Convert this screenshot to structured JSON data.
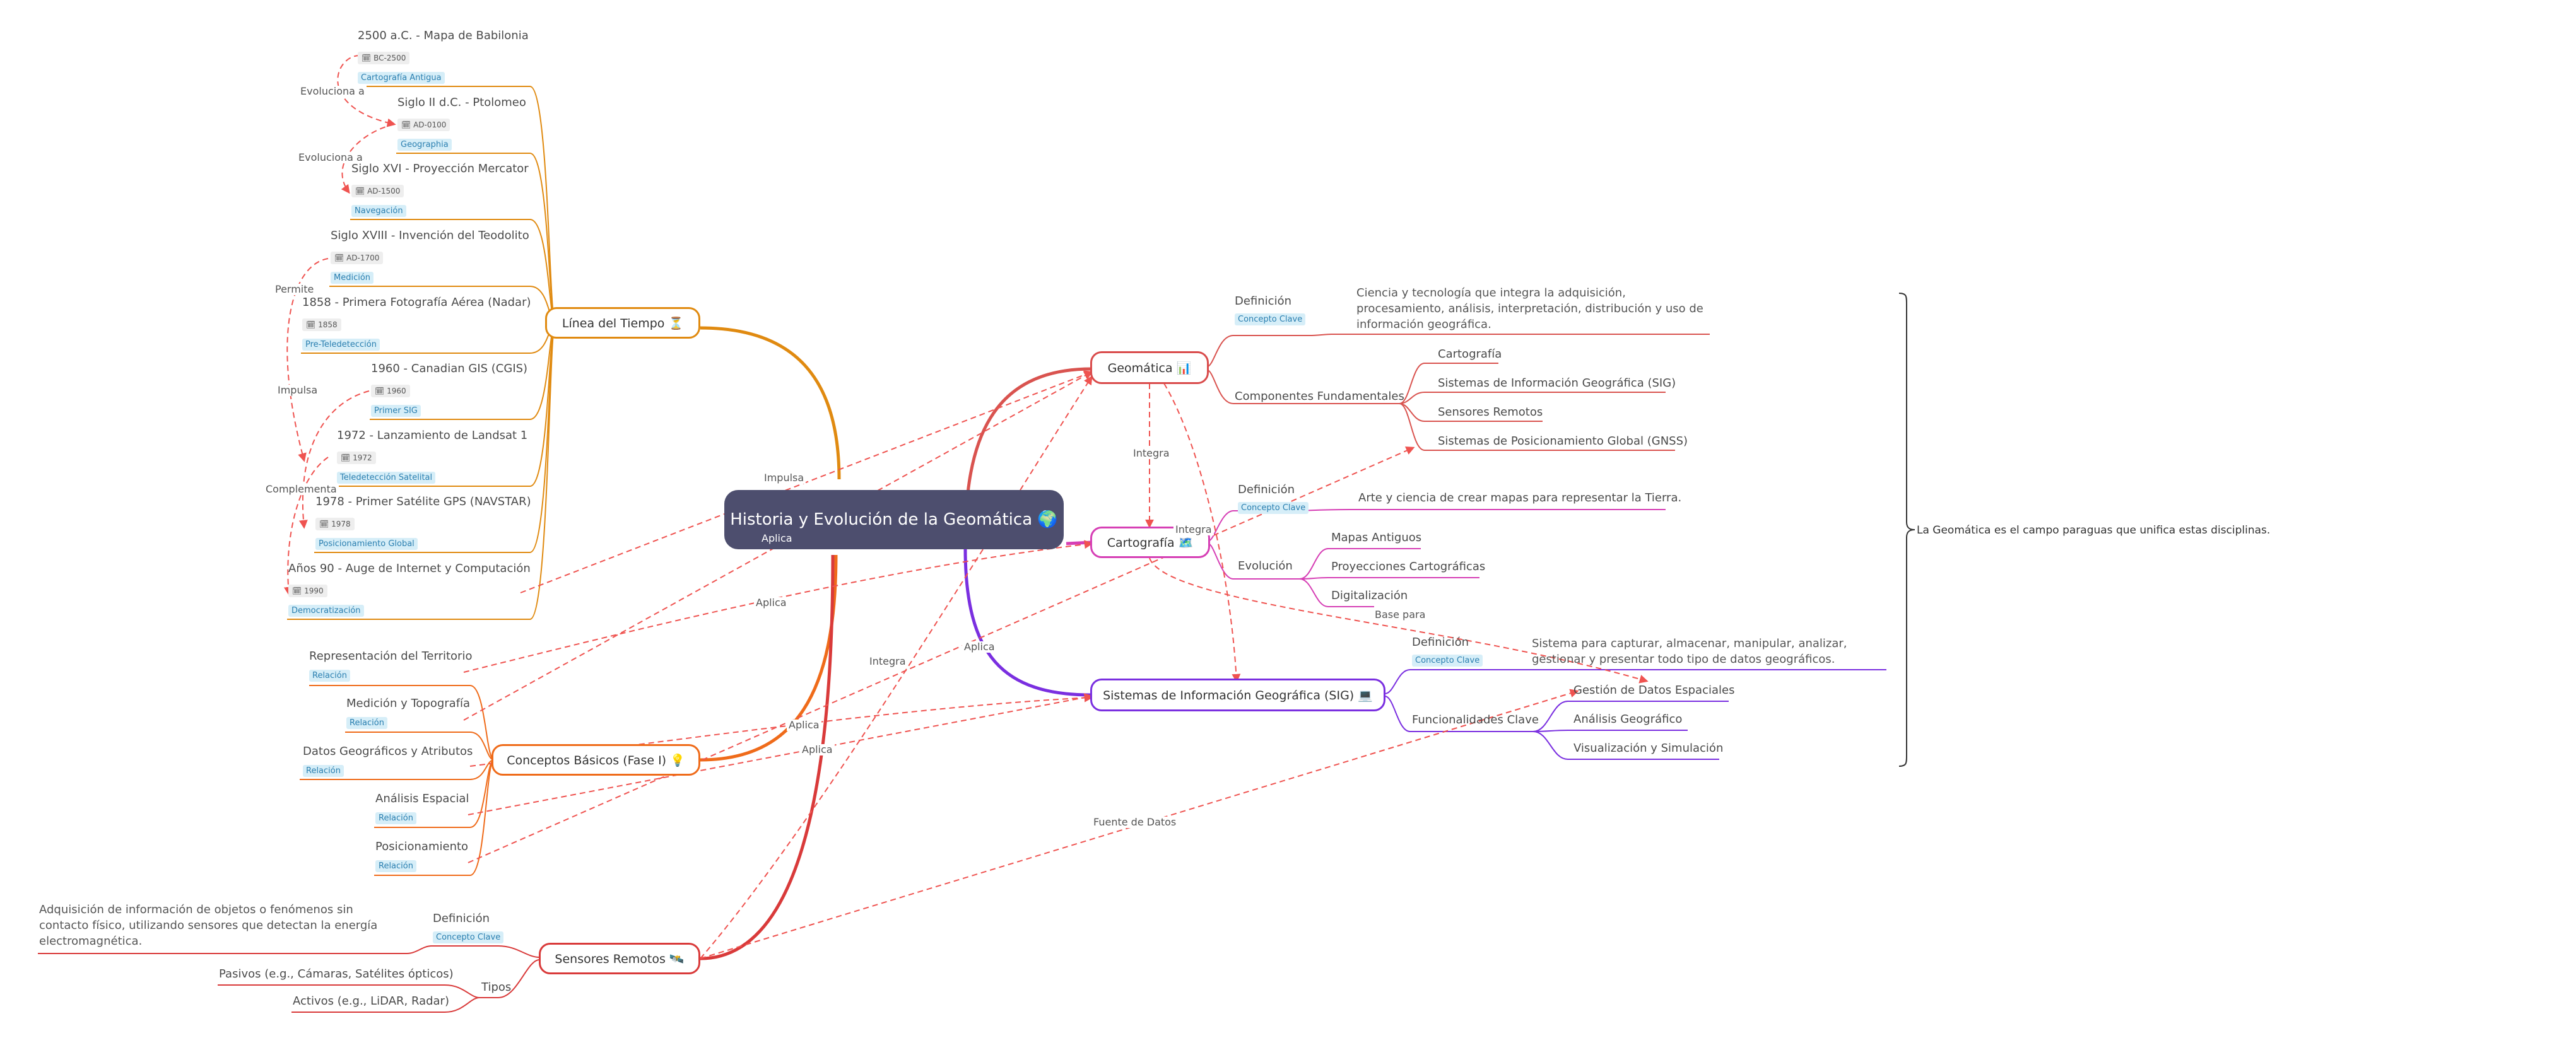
{
  "root": {
    "title": "Historia y Evolución de la Geomática 🌍"
  },
  "branches": {
    "timeline": "Línea del Tiempo ⏳",
    "basics": "Conceptos Básicos (Fase I) 💡",
    "sensors": "Sensores Remotos 🛰️",
    "geomatica": "Geomática 📊",
    "cartografia": "Cartografía 🗺️",
    "sig": "Sistemas de Información Geográfica (SIG) 💻"
  },
  "timeline": [
    {
      "title": "2500 a.C. - Mapa de Babilonia",
      "date": "BC-2500",
      "tag": "Cartografía Antigua"
    },
    {
      "title": "Siglo II d.C. - Ptolomeo",
      "date": "AD-0100",
      "tag": "Geographia"
    },
    {
      "title": "Siglo XVI - Proyección Mercator",
      "date": "AD-1500",
      "tag": "Navegación"
    },
    {
      "title": "Siglo XVIII - Invención del Teodolito",
      "date": "AD-1700",
      "tag": "Medición"
    },
    {
      "title": "1858 - Primera Fotografía Aérea (Nadar)",
      "date": "1858",
      "tag": "Pre-Teledetección"
    },
    {
      "title": "1960 - Canadian GIS (CGIS)",
      "date": "1960",
      "tag": "Primer SIG"
    },
    {
      "title": "1972 - Lanzamiento de Landsat 1",
      "date": "1972",
      "tag": "Teledetección Satelital"
    },
    {
      "title": "1978 - Primer Satélite GPS (NAVSTAR)",
      "date": "1978",
      "tag": "Posicionamiento Global"
    },
    {
      "title": "Años 90 - Auge de Internet y Computación",
      "date": "1990",
      "tag": "Democratización"
    }
  ],
  "basics": [
    {
      "title": "Representación del Territorio",
      "tag": "Relación"
    },
    {
      "title": "Medición y Topografía",
      "tag": "Relación"
    },
    {
      "title": "Datos Geográficos y Atributos",
      "tag": "Relación"
    },
    {
      "title": "Análisis Espacial",
      "tag": "Relación"
    },
    {
      "title": "Posicionamiento",
      "tag": "Relación"
    }
  ],
  "sensors": {
    "definicion": "Definición",
    "definicion_tag": "Concepto Clave",
    "definicion_text": "Adquisición de información de objetos o fenómenos sin contacto físico, utilizando sensores que detectan la energía electromagnética.",
    "tipos": "Tipos",
    "tipos_items": [
      "Pasivos (e.g., Cámaras, Satélites ópticos)",
      "Activos (e.g., LiDAR, Radar)"
    ]
  },
  "geomatica": {
    "definicion": "Definición",
    "definicion_tag": "Concepto Clave",
    "definicion_text": "Ciencia y tecnología que integra la adquisición, procesamiento, análisis, interpretación, distribución y uso de información geográfica.",
    "componentes": "Componentes Fundamentales",
    "componentes_items": [
      "Cartografía",
      "Sistemas de Información Geográfica (SIG)",
      "Sensores Remotos",
      "Sistemas de Posicionamiento Global (GNSS)"
    ]
  },
  "cartografia": {
    "definicion": "Definición",
    "definicion_tag": "Concepto Clave",
    "definicion_text": "Arte y ciencia de crear mapas para representar la Tierra.",
    "evolucion": "Evolución",
    "evolucion_items": [
      "Mapas Antiguos",
      "Proyecciones Cartográficas",
      "Digitalización"
    ]
  },
  "sig": {
    "definicion": "Definición",
    "definicion_tag": "Concepto Clave",
    "definicion_text": "Sistema para capturar, almacenar, manipular, analizar, gestionar y presentar todo tipo de datos geográficos.",
    "funcionalidades": "Funcionalidades Clave",
    "funcionalidades_items": [
      "Gestión de Datos Espaciales",
      "Análisis Geográfico",
      "Visualización y Simulación"
    ]
  },
  "summary": "La Geomática es el campo paraguas que unifica estas disciplinas.",
  "relations": {
    "evoluciona_a_1": "Evoluciona a",
    "evoluciona_a_2": "Evoluciona a",
    "permite": "Permite",
    "impulsa_1": "Impulsa",
    "complementa": "Complementa",
    "impulsa_2": "Impulsa",
    "aplica_1": "Aplica",
    "aplica_2": "Aplica",
    "aplica_3": "Aplica",
    "aplica_4": "Aplica",
    "aplica_5": "Aplica",
    "integra_1": "Integra",
    "integra_2": "Integra",
    "integra_3": "Integra",
    "base_para": "Base para",
    "fuente_de_datos": "Fuente de Datos"
  },
  "colors": {
    "root": "#4d4e6e",
    "timeline": "#e08a10",
    "basics": "#ef6b1a",
    "sensors": "#d93a3a",
    "geomatica": "#d94b4b",
    "cartografia": "#d63fb5",
    "sig": "#7a2fe0",
    "relation": "#ef5350"
  }
}
